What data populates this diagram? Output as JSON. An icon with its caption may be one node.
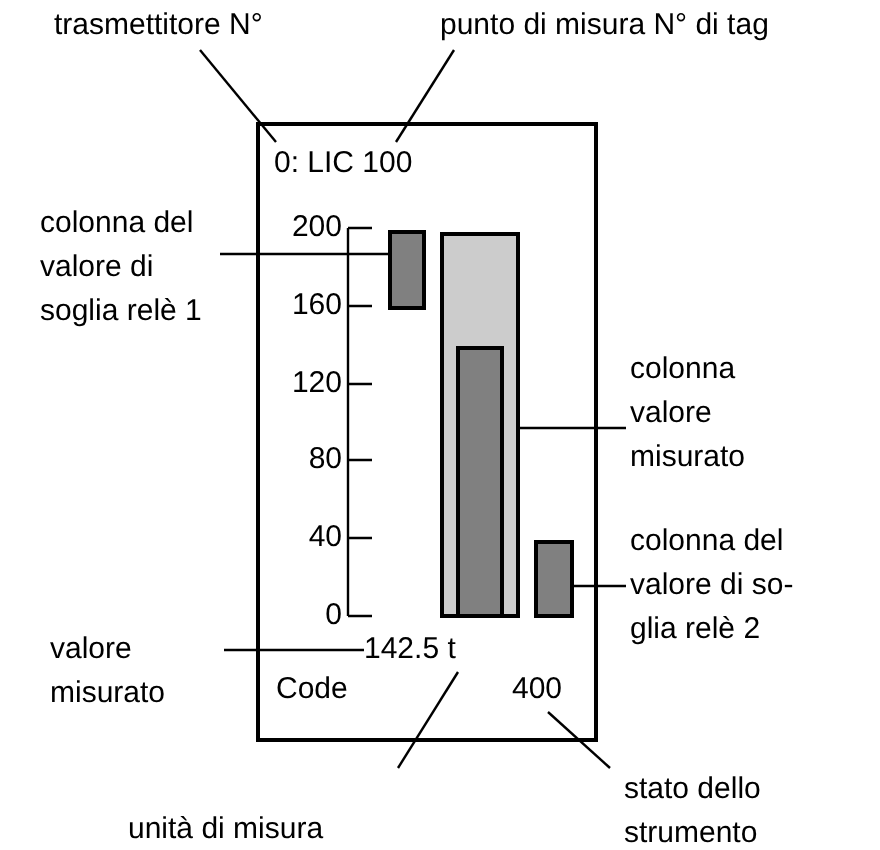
{
  "diagram": {
    "nodes": [
      {
        "text": [],
        "shape": "box"
      },
      {
        "text": [
          "trasmettitore N°"
        ]
      },
      {
        "text": [
          "punto di misura N° di tag"
        ]
      },
      {
        "text": [
          "0: LIC 100"
        ],
        "in": 0
      },
      {
        "text": [
          "colonna del valore di soglia relè 1"
        ]
      },
      {
        "text": [],
        "shape": "bar",
        "in": 0
      },
      {
        "text": [],
        "shape": "bar",
        "in": 0
      },
      {
        "text": [],
        "shape": "bar",
        "in": 6
      },
      {
        "text": [
          "colonna valore misurato"
        ]
      },
      {
        "text": [],
        "shape": "bar",
        "in": 0
      },
      {
        "text": [
          "colonna del valore di so-glia relè 2"
        ]
      },
      {
        "text": [
          "valore misurato"
        ]
      },
      {
        "text": [
          "142.5 t"
        ],
        "in": 0
      },
      {
        "text": [
          "Code"
        ],
        "in": 0
      },
      {
        "text": [
          "400"
        ],
        "in": 0
      },
      {
        "text": [
          "unità di misura"
        ]
      },
      {
        "text": [
          "stato dello strumento"
        ]
      }
    ],
    "edges": [
      {
        "from": 1,
        "to": 3,
        "arrow": "none"
      },
      {
        "from": 2,
        "to": 3,
        "arrow": "none"
      },
      {
        "from": 4,
        "to": 5,
        "arrow": "none"
      },
      {
        "from": 8,
        "to": 6,
        "arrow": "none"
      },
      {
        "from": 10,
        "to": 9,
        "arrow": "none"
      },
      {
        "from": 11,
        "to": 12,
        "arrow": "none"
      },
      {
        "from": 15,
        "to": 12,
        "arrow": "none"
      },
      {
        "from": 16,
        "to": 14,
        "arrow": "none"
      }
    ],
    "labels": [
      "200",
      "160",
      "120",
      "80",
      "40",
      "0"
    ]
  }
}
